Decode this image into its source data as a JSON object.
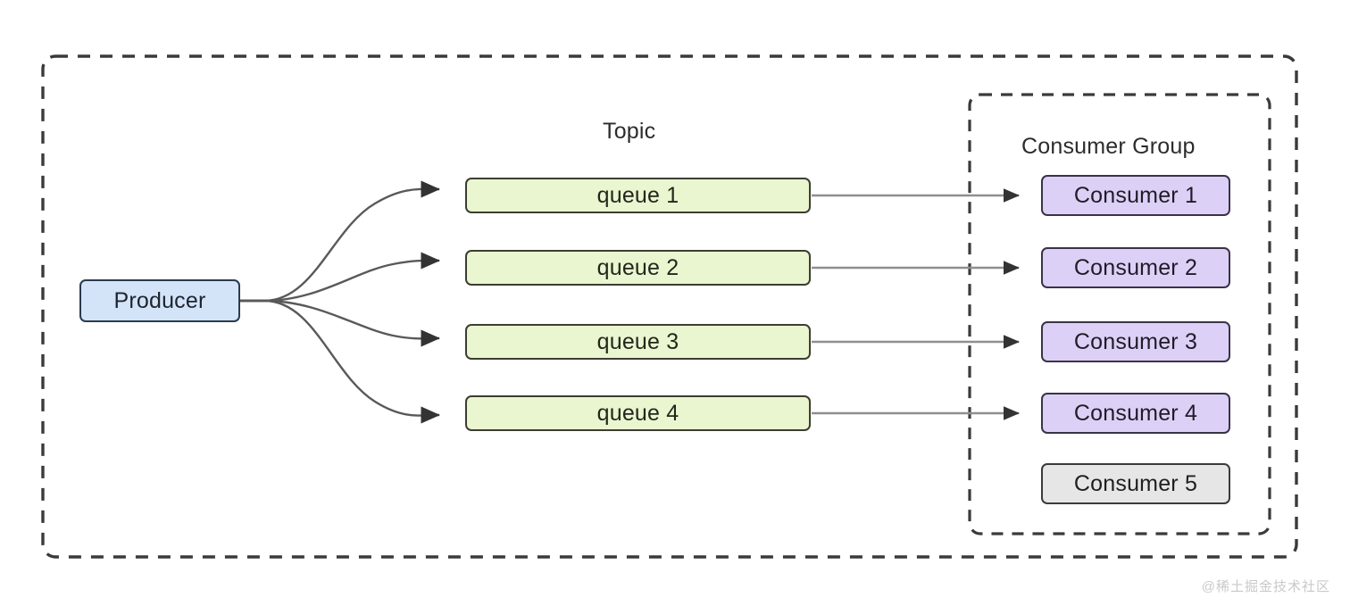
{
  "diagram": {
    "title_topic": "Topic",
    "title_consumer_group": "Consumer Group",
    "producer": {
      "label": "Producer"
    },
    "queues": [
      {
        "label": "queue 1"
      },
      {
        "label": "queue 2"
      },
      {
        "label": "queue 3"
      },
      {
        "label": "queue 4"
      }
    ],
    "consumers": [
      {
        "label": "Consumer 1",
        "state": "active"
      },
      {
        "label": "Consumer 2",
        "state": "active"
      },
      {
        "label": "Consumer 3",
        "state": "active"
      },
      {
        "label": "Consumer 4",
        "state": "active"
      },
      {
        "label": "Consumer 5",
        "state": "idle"
      }
    ],
    "watermark": "@稀土掘金技术社区",
    "colors": {
      "producer_fill": "#d4e4f8",
      "producer_stroke": "#2b3a4f",
      "queue_fill": "#e9f6d0",
      "queue_stroke": "#3d3d33",
      "consumer_active_fill": "#ddd0f6",
      "consumer_active_stroke": "#3a3347",
      "consumer_idle_fill": "#e6e6e6",
      "consumer_idle_stroke": "#3b3b3b",
      "dashed_border": "#3a3a3a",
      "arrow_curved": "#595959",
      "arrow_straight": "#8f8f8f",
      "background": "#ffffff",
      "watermark": "#c9c9c9"
    }
  }
}
